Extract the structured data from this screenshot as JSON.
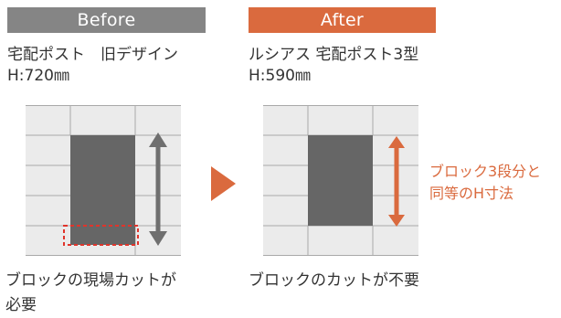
{
  "before": {
    "badge": "Before",
    "product_name": "宅配ポスト　旧デザイン",
    "height_spec": "H:720㎜",
    "caption_line1": "ブロックの現場カットが",
    "caption_line2": "必要"
  },
  "after": {
    "badge": "After",
    "product_name": "ルシアス 宅配ポスト3型",
    "height_spec": "H:590㎜",
    "caption": "ブロックのカットが不要",
    "note_line1": "ブロック3段分と",
    "note_line2": "同等のH寸法"
  },
  "colors": {
    "before_badge": "#858585",
    "after_badge": "#da6a3e",
    "block_fill": "#ebebeb",
    "block_line": "#a9a9a9",
    "post_fill": "#666666",
    "gray_arrow": "#6f6f6f",
    "accent": "#da6a3e",
    "cut_dash": "#e0342b"
  },
  "icons": [
    "double-arrow-icon",
    "next-arrow-icon",
    "dashed-cut-box-icon"
  ]
}
